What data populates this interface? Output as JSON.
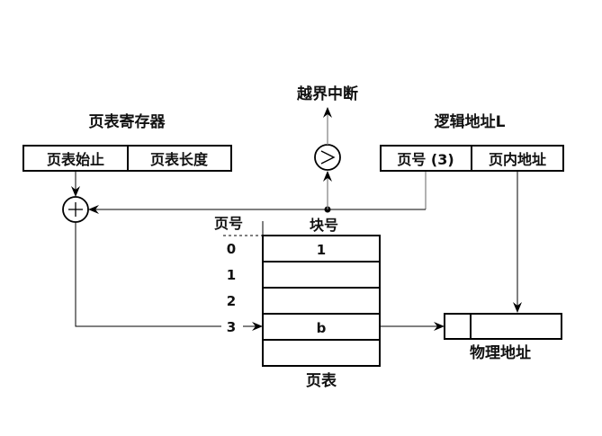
{
  "diagram": {
    "page_table_register": {
      "title": "页表寄存器",
      "fields": [
        "页表始止",
        "页表长度"
      ]
    },
    "adder": {
      "symbol": "+"
    },
    "comparator": {
      "symbol": ">"
    },
    "overflow_interrupt": {
      "label": "越界中断"
    },
    "logical_address": {
      "title": "逻辑地址L",
      "fields": [
        "页号 (3)",
        "页内地址"
      ]
    },
    "page_table": {
      "title": "页表",
      "page_number_header": "页号",
      "block_number_header": "块号",
      "rows": [
        {
          "page": "0",
          "block": "1"
        },
        {
          "page": "1",
          "block": ""
        },
        {
          "page": "2",
          "block": ""
        },
        {
          "page": "3",
          "block": "b"
        },
        {
          "page": "",
          "block": ""
        }
      ]
    },
    "physical_address": {
      "title": "物理地址",
      "fields": [
        "",
        ""
      ]
    }
  }
}
